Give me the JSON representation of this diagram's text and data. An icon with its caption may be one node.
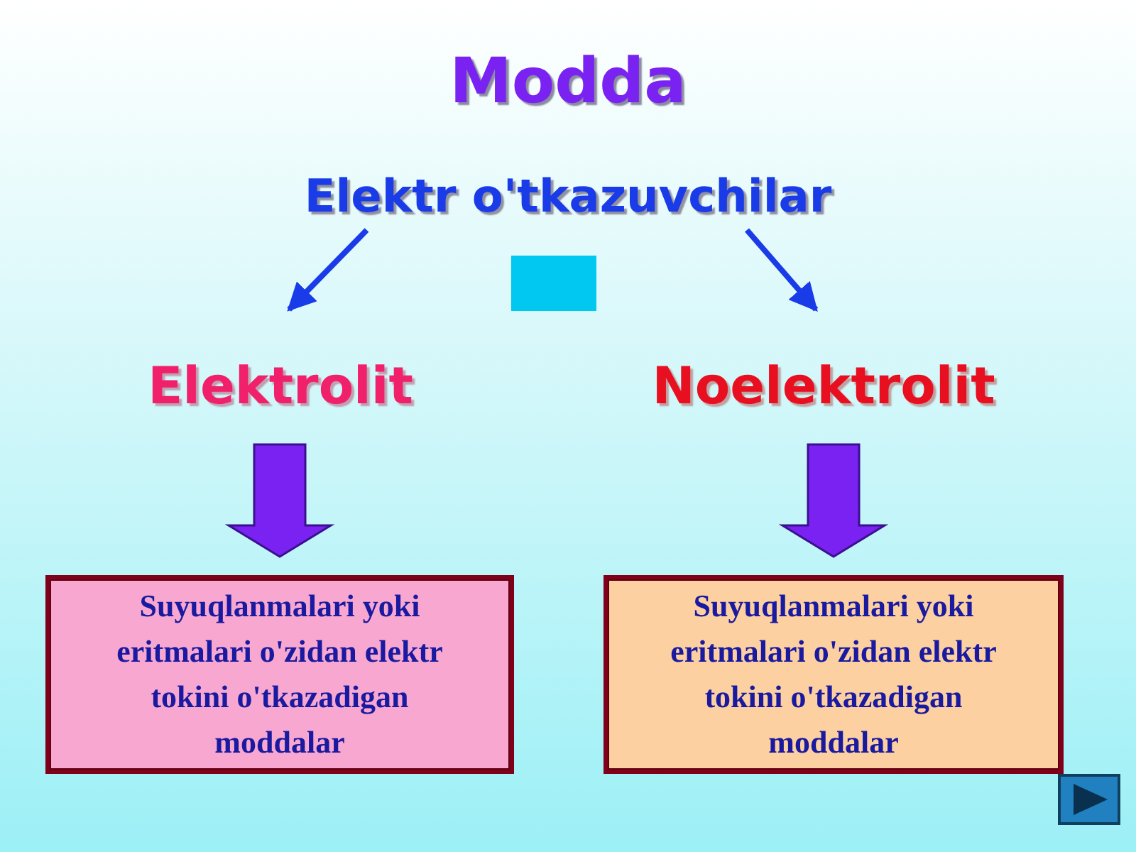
{
  "diagram": {
    "title": "Modda",
    "nodes": [
      {
        "text": [
          "Elektr o'tkazuvchilar"
        ]
      },
      {
        "text": [
          "Elektrolit"
        ]
      },
      {
        "text": [
          "Noelektrolit"
        ]
      },
      {
        "text": [
          "Suyuqlanmalari yoki eritmalari o'zidan elektr tokini o'tkazadigan moddalar"
        ]
      },
      {
        "text": [
          "Suyuqlanmalari yoki eritmalari o'zidan elektr tokini o'tkazadigan moddalar"
        ]
      }
    ],
    "edges": [
      {
        "from": 0,
        "to": 1,
        "arrow": "to"
      },
      {
        "from": 0,
        "to": 2,
        "arrow": "to"
      },
      {
        "from": 1,
        "to": 3,
        "arrow": "to",
        "style": "thick",
        "color": "#7a22f2"
      },
      {
        "from": 2,
        "to": 4,
        "arrow": "to",
        "style": "thick",
        "color": "#7a22f2"
      }
    ]
  }
}
